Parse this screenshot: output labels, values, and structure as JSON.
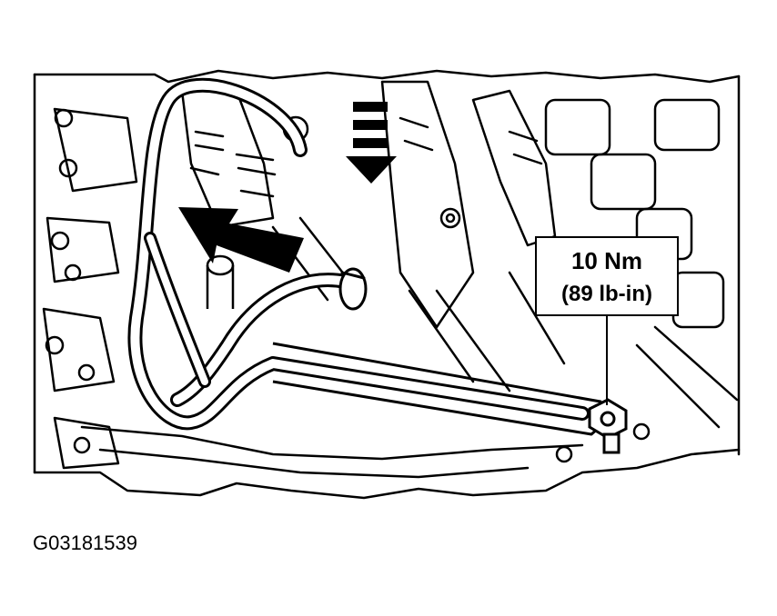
{
  "callout": {
    "torque_metric": "10 Nm",
    "torque_imperial": "(89 lb-in)"
  },
  "figure_id": "G03181539"
}
